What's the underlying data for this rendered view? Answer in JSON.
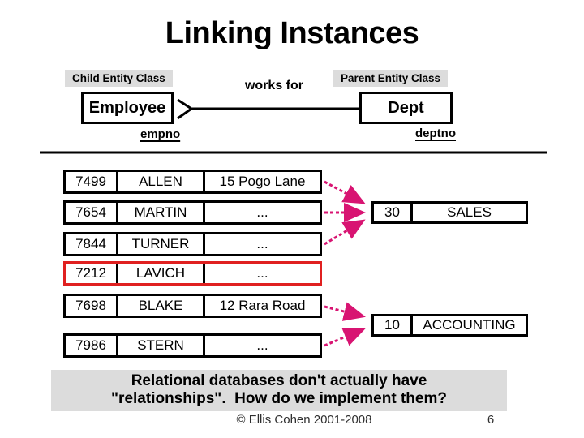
{
  "title": "Linking Instances",
  "colors": {
    "link": "#d81472",
    "red": "#e02020",
    "label_bg": "#dcdcdc",
    "footer_text": "#2e2e2e"
  },
  "erd": {
    "child_label": "Child Entity Class",
    "parent_label": "Parent Entity Class",
    "child_entity": "Employee",
    "parent_entity": "Dept",
    "relationship": "works for",
    "child_key": "empno",
    "parent_key": "deptno"
  },
  "employees": [
    {
      "empno": "7499",
      "ename": "ALLEN",
      "address": "15 Pogo Lane"
    },
    {
      "empno": "7654",
      "ename": "MARTIN",
      "address": "..."
    },
    {
      "empno": "7844",
      "ename": "TURNER",
      "address": "..."
    },
    {
      "empno": "7212",
      "ename": "LAVICH",
      "address": "...",
      "highlighted": true
    },
    {
      "empno": "7698",
      "ename": "BLAKE",
      "address": "12 Rara Road"
    },
    {
      "empno": "7986",
      "ename": "STERN",
      "address": "..."
    }
  ],
  "departments": [
    {
      "deptno": "30",
      "dname": "SALES"
    },
    {
      "deptno": "10",
      "dname": "ACCOUNTING"
    }
  ],
  "message": {
    "line1": "Relational databases don't actually have",
    "line2": "\"relationships\".  How do we implement them?"
  },
  "footer": {
    "copyright": "© Ellis Cohen 2001-2008",
    "page": "6"
  }
}
